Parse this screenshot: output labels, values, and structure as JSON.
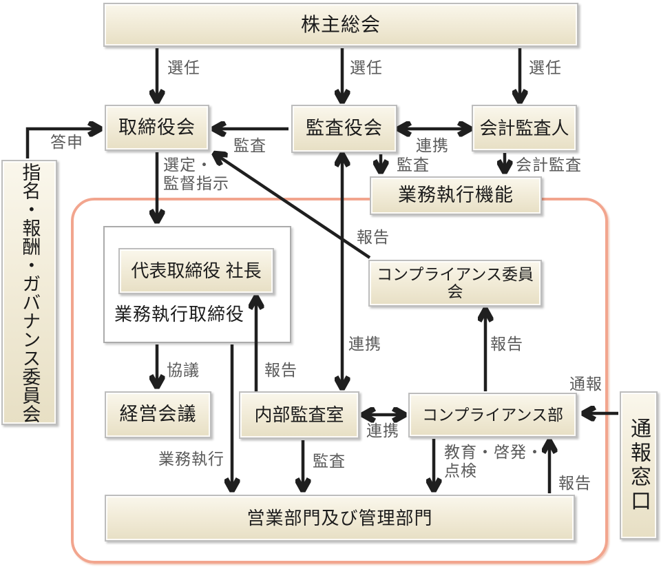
{
  "colors": {
    "canvas-bg": "#ffffff",
    "accent-pink": "#f2a58e",
    "node-border": "#bdbdbd",
    "white-box-border": "#ababab",
    "arrow-black": "#1f1f1f",
    "label-gray": "#5a5a5a",
    "text-black": "#1b1b1b",
    "node-fill-top": "#faf7ec",
    "node-fill-bottom": "#e7dfc4"
  },
  "nodes": {
    "shareholders": {
      "label": "株主総会"
    },
    "board": {
      "label": "取締役会"
    },
    "audit_board": {
      "label": "監査役会"
    },
    "accounting_auditor": {
      "label": "会計監査人"
    },
    "nomination_committee": {
      "label": "指名・報酬・ガバナンス委員会"
    },
    "execution_function": {
      "label": "業務執行機能"
    },
    "president": {
      "label": "代表取締役 社長"
    },
    "executive_directors": {
      "label": "業務執行取締役"
    },
    "compliance_committee": {
      "label": "コンプライアンス委員会"
    },
    "management_meeting": {
      "label": "経営会議"
    },
    "internal_audit": {
      "label": "内部監査室"
    },
    "compliance_dept": {
      "label": "コンプライアンス部"
    },
    "business_divisions": {
      "label": "営業部門及び管理部門"
    },
    "whistleblower_contact": {
      "label": "通報窓口"
    }
  },
  "edges": [
    {
      "from": "shareholders",
      "to": "board",
      "label": "選任",
      "arrows": "one-way"
    },
    {
      "from": "shareholders",
      "to": "audit_board",
      "label": "選任",
      "arrows": "one-way"
    },
    {
      "from": "shareholders",
      "to": "accounting_auditor",
      "label": "選任",
      "arrows": "one-way"
    },
    {
      "from": "nomination_committee",
      "to": "board",
      "label": "答申",
      "arrows": "one-way"
    },
    {
      "from": "audit_board",
      "to": "board",
      "label": "監査",
      "arrows": "one-way"
    },
    {
      "from": "audit_board",
      "to": "accounting_auditor",
      "label": "連携",
      "arrows": "two-way"
    },
    {
      "from": "audit_board",
      "to": "execution_function",
      "label": "監査",
      "arrows": "one-way"
    },
    {
      "from": "accounting_auditor",
      "to": "execution_function",
      "label": "会計監査",
      "arrows": "one-way"
    },
    {
      "from": "board",
      "to": "executive_directors",
      "label": "選定・\n監督指示",
      "arrows": "one-way"
    },
    {
      "from": "compliance_committee",
      "to": "board",
      "label": "報告",
      "arrows": "one-way"
    },
    {
      "from": "audit_board",
      "to": "internal_audit",
      "label": "連携",
      "arrows": "two-way"
    },
    {
      "from": "internal_audit",
      "to": "president",
      "label": "報告",
      "arrows": "one-way"
    },
    {
      "from": "executive_directors",
      "to": "management_meeting",
      "label": "協議",
      "arrows": "one-way"
    },
    {
      "from": "executive_directors",
      "to": "business_divisions",
      "label": "業務執行",
      "arrows": "one-way"
    },
    {
      "from": "internal_audit",
      "to": "business_divisions",
      "label": "監査",
      "arrows": "one-way"
    },
    {
      "from": "internal_audit",
      "to": "compliance_dept",
      "label": "連携",
      "arrows": "two-way"
    },
    {
      "from": "compliance_dept",
      "to": "compliance_committee",
      "label": "報告",
      "arrows": "one-way"
    },
    {
      "from": "compliance_dept",
      "to": "business_divisions",
      "label": "教育・啓発・\n点検",
      "arrows": "one-way"
    },
    {
      "from": "business_divisions",
      "to": "compliance_dept",
      "label": "報告",
      "arrows": "one-way"
    },
    {
      "from": "whistleblower_contact",
      "to": "compliance_dept",
      "label": "通報",
      "arrows": "one-way"
    }
  ]
}
